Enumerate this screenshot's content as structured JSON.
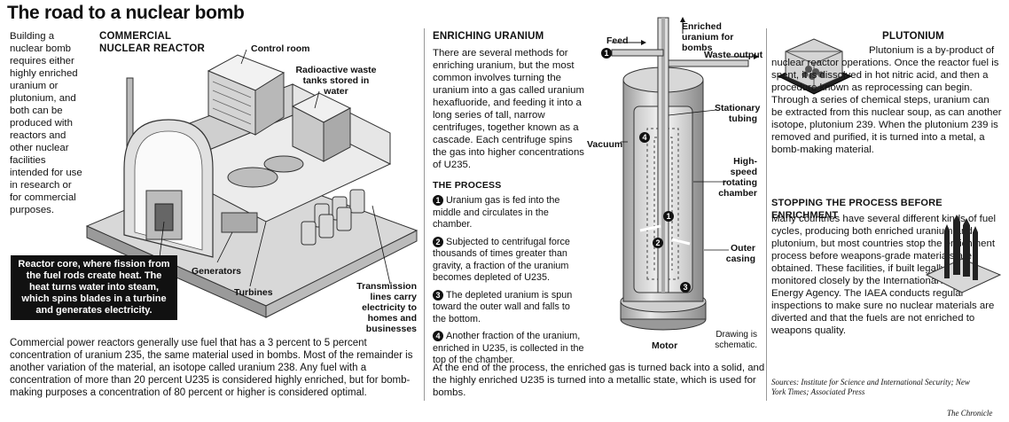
{
  "title": "The road to a nuclear bomb",
  "intro": "Building a nuclear bomb requires either highly enriched uranium or plutonium, and both can be produced with reactors and other nuclear facilities intended for use in research or for commercial purposes.",
  "reactor": {
    "heading_line1": "COMMERCIAL",
    "heading_line2": "NUCLEAR REACTOR",
    "labels": {
      "control_room": "Control room",
      "waste_tanks": "Radioactive waste tanks stored in water",
      "generators": "Generators",
      "turbines": "Turbines",
      "transmission": "Transmission lines carry electricity to homes and businesses"
    },
    "core_box": "Reactor core, where fission from the fuel rods create heat. The heat turns water into steam, which spins blades in a turbine and generates electricity.",
    "footer": "Commercial power reactors generally use fuel that has a 3 percent to 5 percent concentration of uranium 235, the same material used in bombs. Most of the remainder is another variation of the material, an isotope called uranium 238. Any fuel with a concentration of more than 20 percent U235 is considered highly enriched, but for bomb-making purposes a concentration of 80 percent or higher is considered optimal."
  },
  "enriching": {
    "heading": "ENRICHING URANIUM",
    "text": "There are several methods for enriching uranium, but the most common involves turning the uranium into a gas called uranium hexafluoride, and feeding it into a long series of tall, narrow centrifuges, together known as a cascade. Each centrifuge spins the gas into higher concentrations of U235.",
    "process_heading": "THE PROCESS",
    "steps": [
      {
        "num": "1",
        "text": "Uranium gas is fed into the middle and circulates in the chamber."
      },
      {
        "num": "2",
        "text": "Subjected to centrifugal force thousands of times greater than gravity, a fraction of the uranium becomes depleted of U235."
      },
      {
        "num": "3",
        "text": "The depleted uranium is spun toward the outer wall and falls to the bottom."
      },
      {
        "num": "4",
        "text": "Another fraction of the uranium, enriched in U235, is collected in the top of the chamber."
      }
    ],
    "footer": "At the end of the process, the enriched gas is turned back into a solid, and the highly enriched U235 is turned into a metallic state, which is used for bombs."
  },
  "centrifuge": {
    "feed": "Feed",
    "enriched_out": "Enriched uranium for bombs",
    "waste_out": "Waste output",
    "stationary": "Stationary tubing",
    "vacuum": "Vacuum",
    "chamber": "High-speed rotating chamber",
    "outer": "Outer casing",
    "motor": "Motor",
    "schematic": "Drawing is schematic.",
    "n1": "1",
    "n2": "2",
    "n3": "3",
    "n4": "4"
  },
  "plutonium": {
    "heading": "PLUTONIUM",
    "text": "Plutonium is a by-product of nuclear reactor operations. Once the reactor fuel is spent, it is dissolved in hot nitric acid, and then a procedure known as reprocessing can begin. Through a series of chemical steps, uranium can be extracted from this nuclear soup, as can another isotope, plutonium 239. When the plutonium 239 is removed and purified, it is turned into a metal, a bomb-making material."
  },
  "stopping": {
    "heading": "STOPPING THE PROCESS BEFORE ENRICHMENT",
    "text": "Many countries have several different kinds of fuel cycles, producing both enriched uranium and plutonium, but most countries stop the enrichment process before weapons-grade materials are obtained. These facilities, if built legally, are monitored closely by the International Atomic Energy Agency. The IAEA conducts regular inspections to make sure no nuclear materials are diverted and that the fuels are not enriched to weapons quality."
  },
  "sources": "Sources: Institute for Science and International Security; New York Times; Associated Press",
  "credit": "The Chronicle"
}
